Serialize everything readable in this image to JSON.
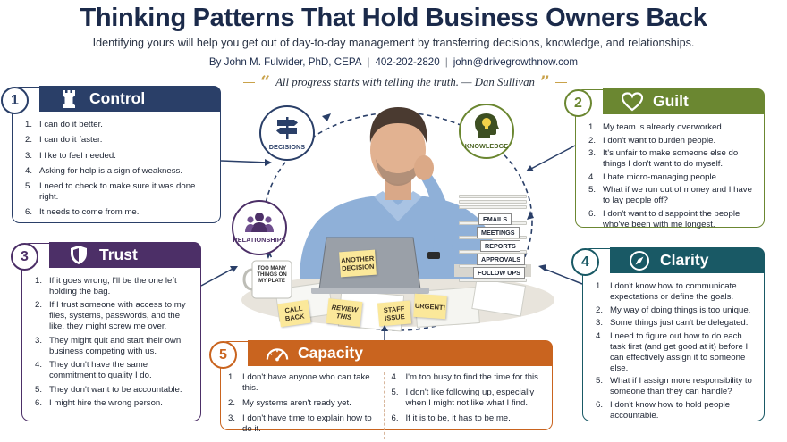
{
  "header": {
    "title": "Thinking Patterns That Hold Business Owners Back",
    "subtitle": "Identifying yours will help you get out of day-to-day management by transferring decisions, knowledge, and relationships.",
    "author": "By John M. Fulwider, PhD, CEPA",
    "phone": "402-202-2820",
    "email": "john@drivegrowthnow.com",
    "quote": "All progress starts with telling the truth. — Dan Sullivan",
    "open_quote_mark": "“",
    "close_quote_mark": "”"
  },
  "cards": {
    "control": {
      "number": "1",
      "title": "Control",
      "icon": "chess-rook-icon",
      "color": "#2a3f68",
      "items": [
        "I can do it better.",
        "I can do it faster.",
        "I like to feel needed.",
        "Asking for help is a sign of weakness.",
        "I need to check to make sure it was done right.",
        "It needs to come from me."
      ]
    },
    "guilt": {
      "number": "2",
      "title": "Guilt",
      "icon": "heart-outline-icon",
      "color": "#6b8731",
      "items": [
        "My team is already overworked.",
        "I don't want to burden people.",
        "It's unfair to make someone else do things I don't want to do myself.",
        "I hate micro-managing people.",
        "What if we run out of money and I have to lay people off?",
        "I don't want to disappoint the people who've been with me longest."
      ]
    },
    "trust": {
      "number": "3",
      "title": "Trust",
      "icon": "shield-icon",
      "color": "#4c2f67",
      "items": [
        "If it goes wrong, I'll be the one left holding the bag.",
        "If I trust someone with access to my files, systems, passwords, and the like, they might screw me over.",
        "They might quit and start their own business competing with us.",
        "They don't have the same commitment to quality I do.",
        "They don't want to be accountable.",
        "I might hire the wrong person."
      ]
    },
    "clarity": {
      "number": "4",
      "title": "Clarity",
      "icon": "compass-icon",
      "color": "#195965",
      "items": [
        "I don't know how to communicate expectations or define the goals.",
        "My way of doing things is too unique.",
        "Some things just can't be delegated.",
        "I need to figure out how to do each task first (and get good at it) before I can effectively assign it to someone else.",
        "What if I assign more responsibility to someone than they can handle?",
        "I don't know how to hold people accountable."
      ]
    },
    "capacity": {
      "number": "5",
      "title": "Capacity",
      "icon": "speedometer-icon",
      "color": "#c9641f",
      "items_left": [
        "I don't have anyone who can take this.",
        "My systems aren't ready yet.",
        "I don't have time to explain how to do it."
      ],
      "items_right": [
        "I'm too busy to find the time for this.",
        "I don't like following up, especially when I might not like what I find.",
        "If it is to be, it has to be me."
      ]
    }
  },
  "bubbles": {
    "decisions": "DECISIONS",
    "knowledge": "KNOWLEDGE",
    "relationships": "RELATIONSHIPS"
  },
  "scene": {
    "mug_text": "TOO MANY THINGS ON MY PLATE",
    "laptop_note": "ANOTHER DECISION",
    "notes": [
      "CALL BACK",
      "REVIEW THIS",
      "STAFF ISSUE",
      "URGENT!"
    ],
    "stack_tags": [
      "EMAILS",
      "MEETINGS",
      "REPORTS",
      "APPROVALS",
      "FOLLOW UPS"
    ]
  }
}
